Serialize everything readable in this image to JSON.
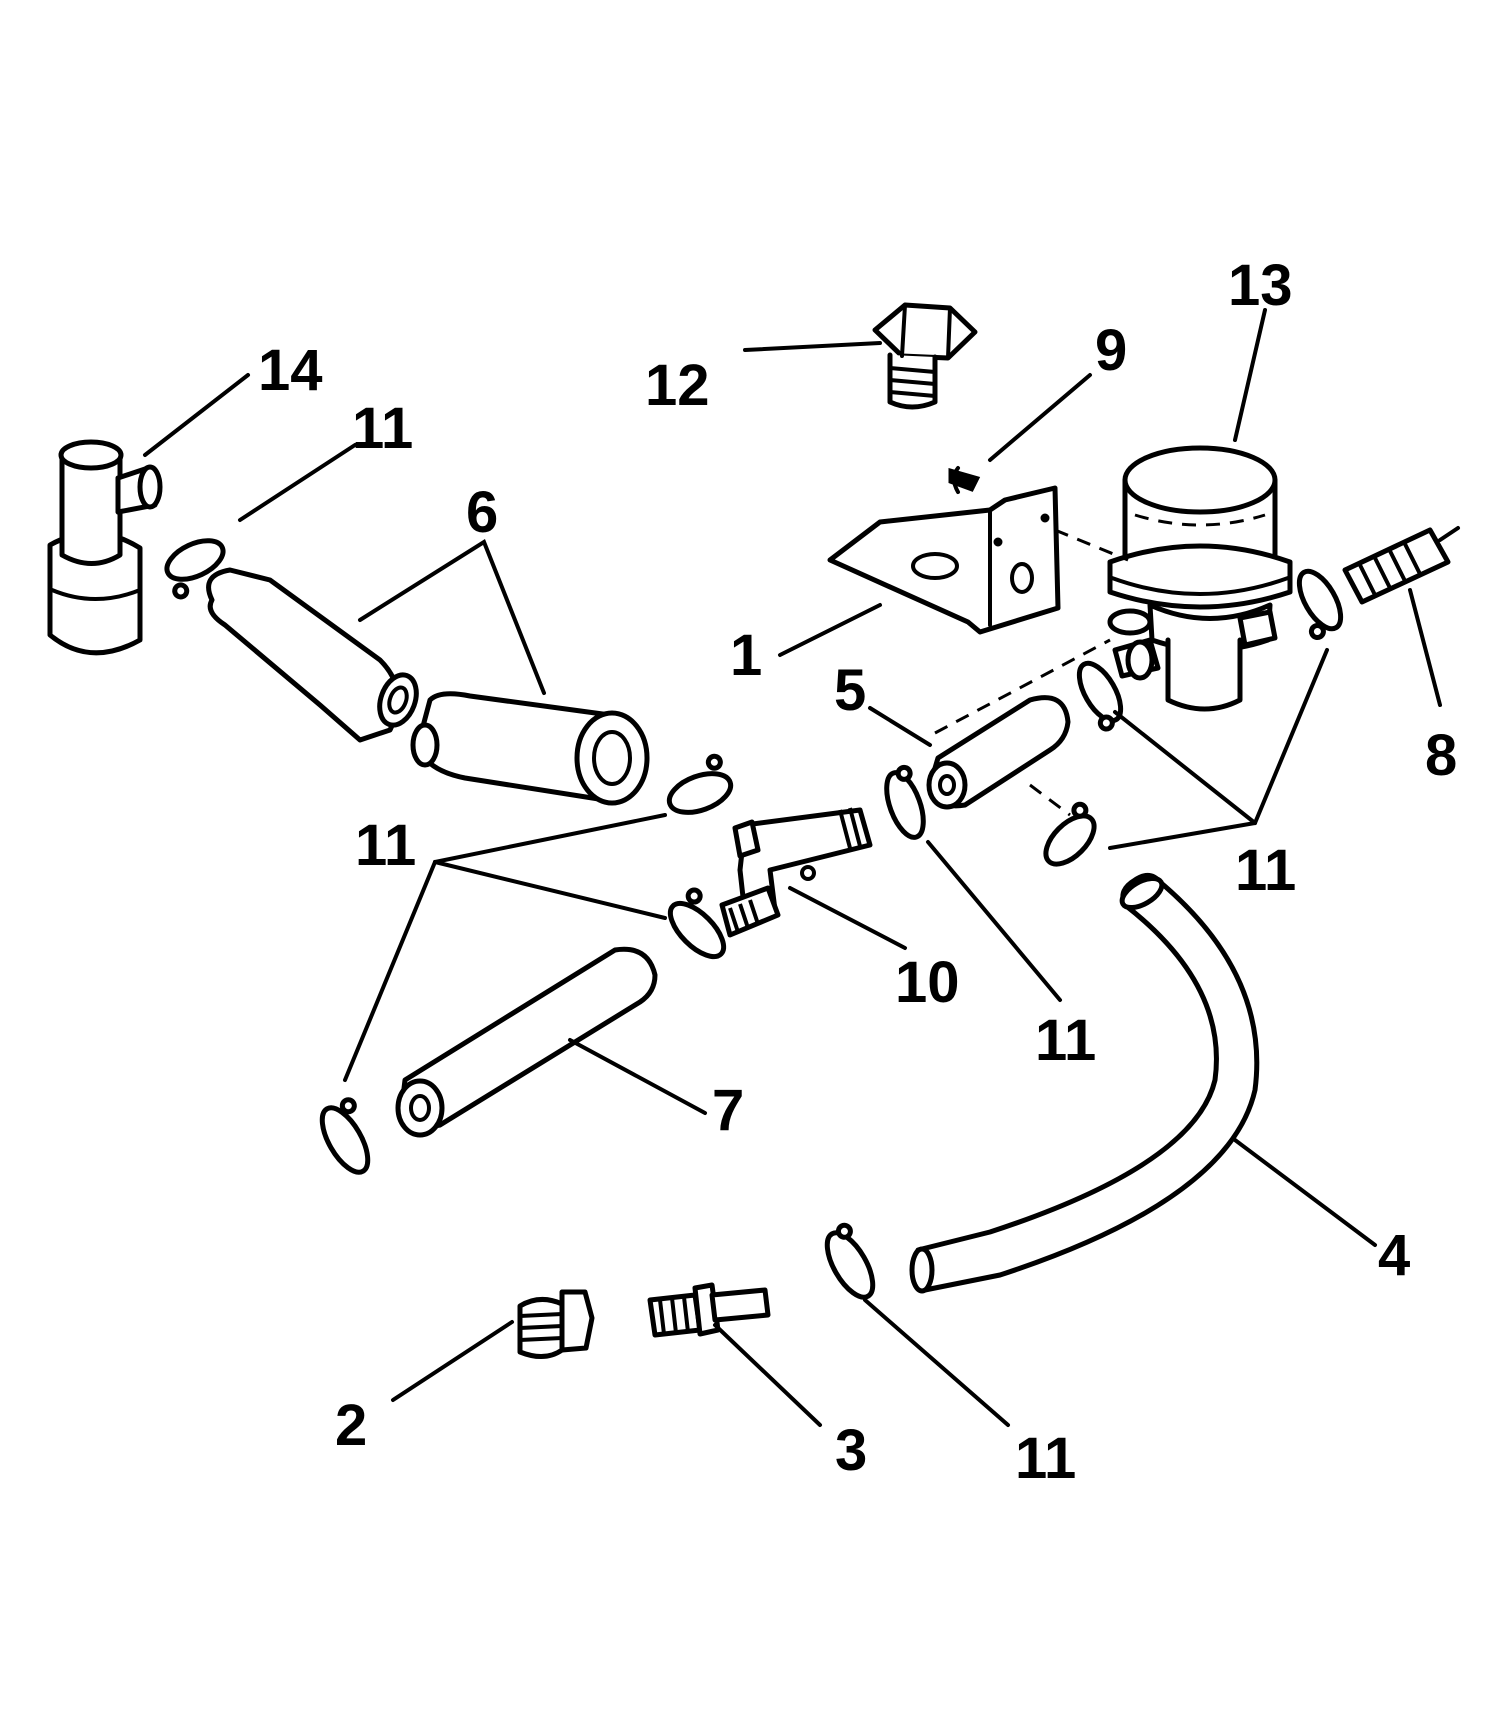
{
  "callouts": {
    "part_1": "1",
    "part_2": "2",
    "part_3": "3",
    "part_4": "4",
    "part_5": "5",
    "part_6": "6",
    "part_7": "7",
    "part_8": "8",
    "part_9": "9",
    "part_10": "10",
    "part_11_a": "11",
    "part_11_b": "11",
    "part_11_c": "11",
    "part_11_d": "11",
    "part_11_e": "11",
    "part_12": "12",
    "part_13": "13",
    "part_14": "14"
  },
  "colors": {
    "ink": "#000000",
    "paper": "#ffffff"
  }
}
